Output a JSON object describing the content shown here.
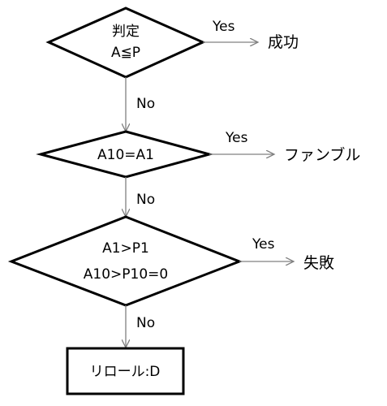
{
  "colors": {
    "stroke": "#000000",
    "arrow": "#808080",
    "background": "#ffffff"
  },
  "nodes": {
    "decision_1": {
      "line1": "判定",
      "line2": "A≦P"
    },
    "decision_2": {
      "line1": "A10=A1"
    },
    "decision_3": {
      "line1": "A1>P1",
      "line2": "A10>P10=0"
    },
    "process_1": {
      "label": "リロール:D"
    }
  },
  "outcomes": {
    "outcome_1": "成功",
    "outcome_2": "ファンブル",
    "outcome_3": "失敗"
  },
  "edges": {
    "yes_1": "Yes",
    "yes_2": "Yes",
    "yes_3": "Yes",
    "no_1": "No",
    "no_2": "No",
    "no_3": "No"
  }
}
